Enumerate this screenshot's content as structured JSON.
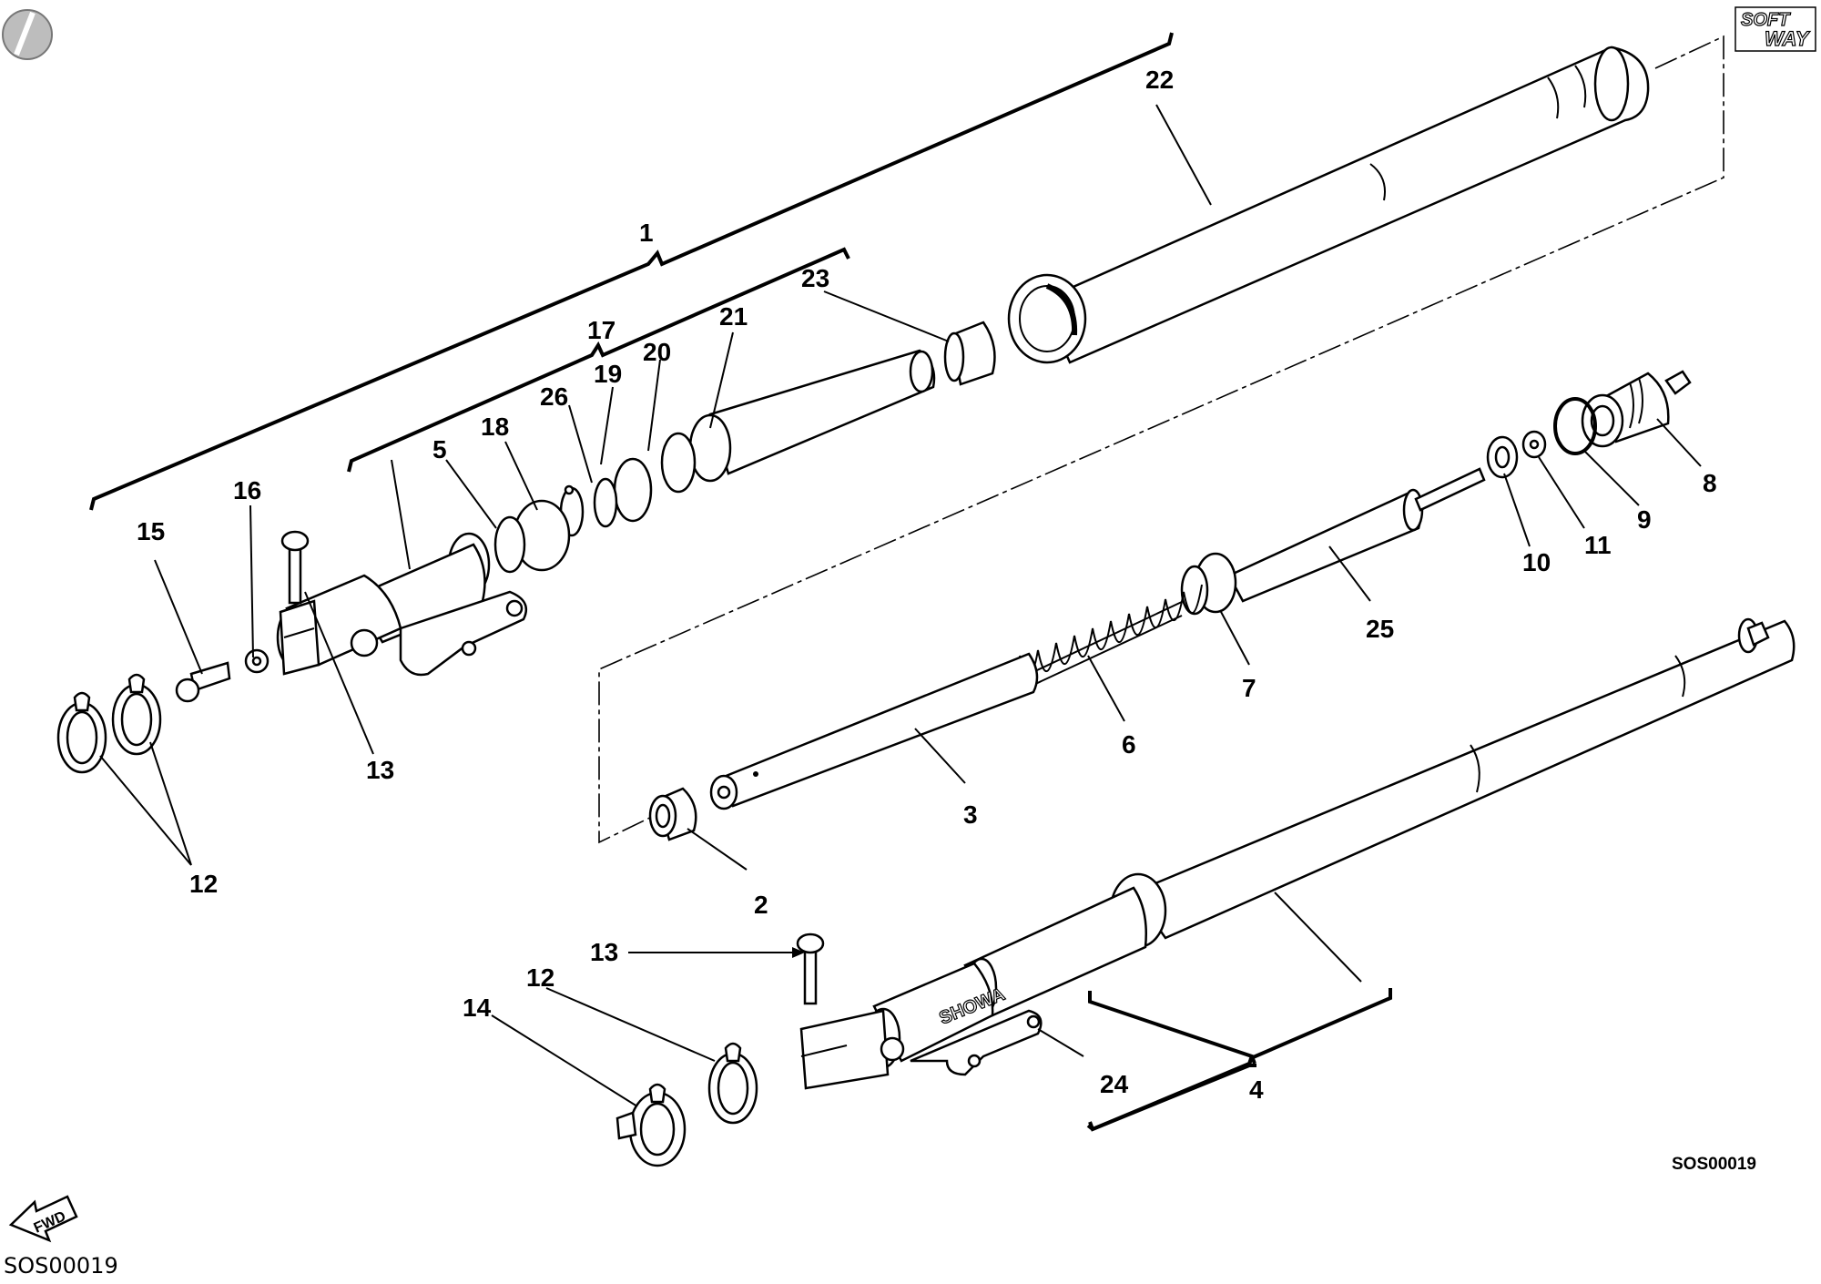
{
  "drawing_code": "SOS00019",
  "footer_code": "SOS00019",
  "logo_text": {
    "line1": "SOFT",
    "line2": "WAY"
  },
  "fwd_label": "FWD",
  "brand_label": "SHOWA",
  "callouts": {
    "c1": "1",
    "c2": "2",
    "c3": "3",
    "c4": "4",
    "c5": "5",
    "c6": "6",
    "c7": "7",
    "c8": "8",
    "c9": "9",
    "c10": "10",
    "c11": "11",
    "c12a": "12",
    "c12b": "12",
    "c13a": "13",
    "c13b": "13",
    "c14": "14",
    "c15": "15",
    "c16": "16",
    "c17": "17",
    "c18": "18",
    "c19": "19",
    "c20": "20",
    "c21": "21",
    "c22": "22",
    "c23": "23",
    "c24": "24",
    "c25": "25",
    "c26": "26"
  },
  "icons": [
    "brand-seal-icon",
    "softway-logo-icon",
    "fwd-arrow-icon"
  ]
}
